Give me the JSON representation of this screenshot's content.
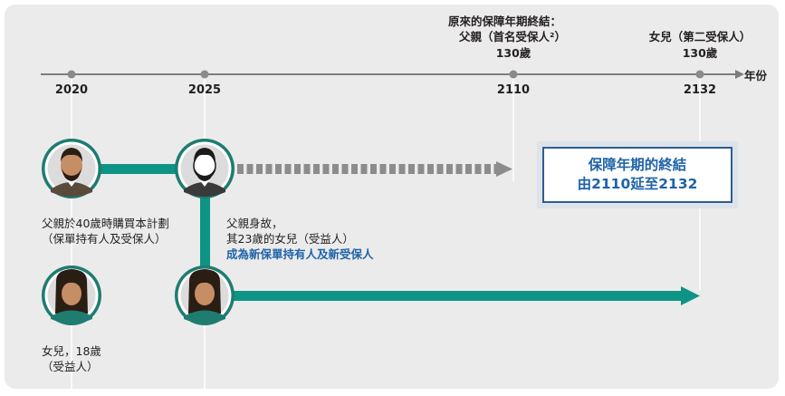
{
  "axis": {
    "unit_label": "年份",
    "years": [
      "2020",
      "2025",
      "2110",
      "2132"
    ]
  },
  "annotations": {
    "original_end": {
      "line1": "原來的保障年期終結：",
      "line2": "父親（首名受保人²）",
      "line3": "130歲"
    },
    "daughter_end": {
      "line1": "女兒（第二受保人）",
      "line2": "130歲"
    }
  },
  "events": {
    "father_buy": {
      "line1": "父親於40歲時購買本計劃",
      "line2": "（保單持有人及受保人）"
    },
    "father_death": {
      "line1": "父親身故，",
      "line2": "其23歲的女兒（受益人）",
      "line3": "成為新保單持有人及新受保人"
    },
    "daughter": {
      "line1": "女兒，18歲",
      "line2": "（受益人）"
    }
  },
  "callout": {
    "line1": "保障年期的終結",
    "line2": "由2110延至2132"
  },
  "colors": {
    "teal": "#0e9485",
    "dashed_gray": "#8c8c8c",
    "blue": "#1f63a8",
    "axis": "#7d7d7d"
  },
  "icons": [
    "father-icon",
    "father-deceased-icon",
    "daughter-icon"
  ]
}
